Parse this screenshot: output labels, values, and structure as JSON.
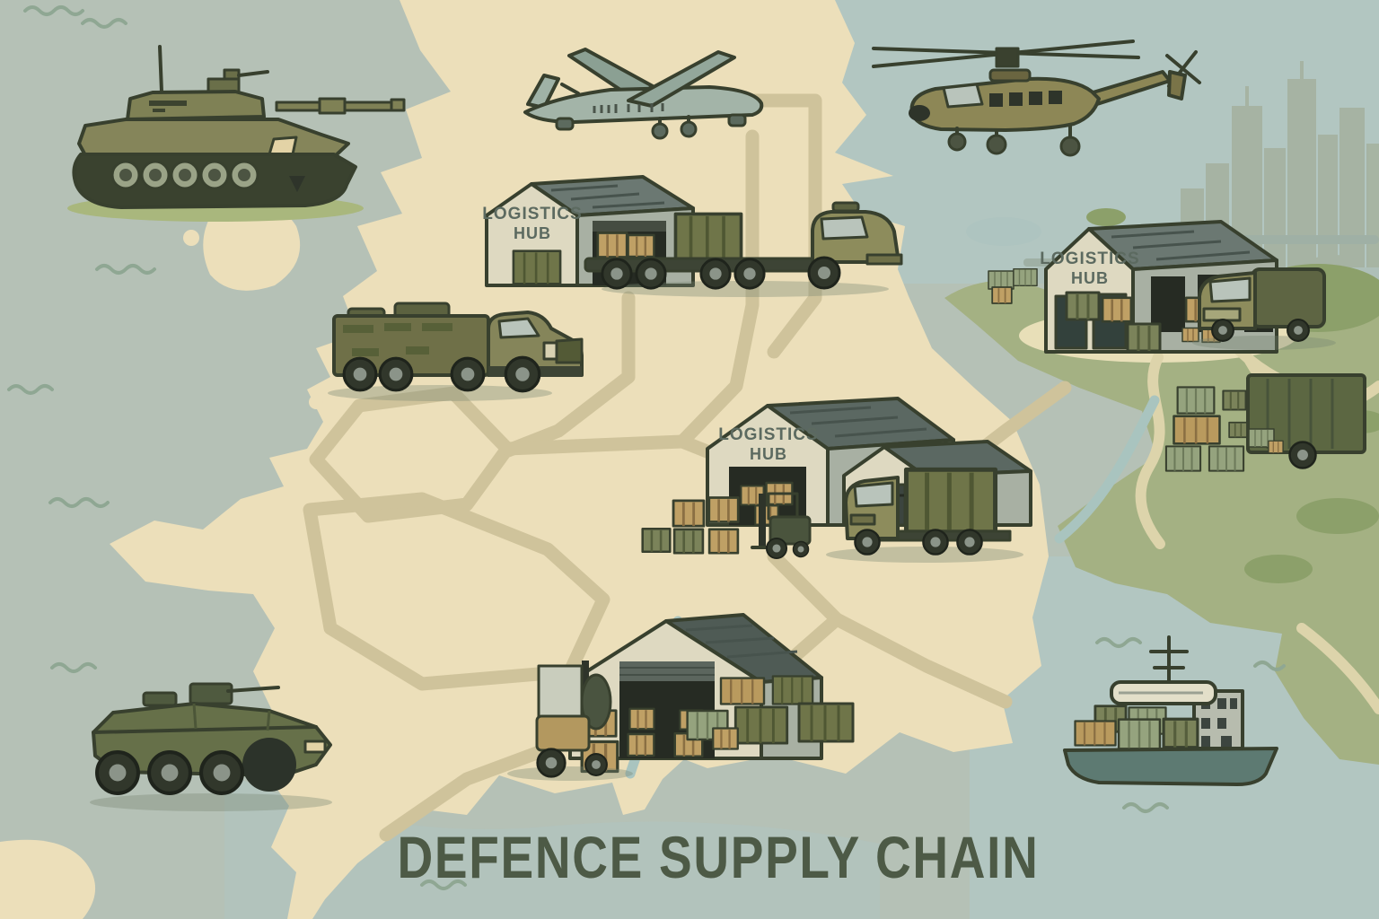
{
  "title": "DEFENCE SUPPLY CHAIN",
  "hubs": [
    {
      "name": "northwest-logistics-hub",
      "line1": "LOGISTICS",
      "line2": "HUB"
    },
    {
      "name": "east-logistics-hub",
      "line1": "LOGISTICS",
      "line2": "HUB"
    },
    {
      "name": "central-logistics-hub",
      "line1": "LOGISTICS",
      "line2": "HUB"
    }
  ],
  "illustrations": [
    "main-battle-tank-icon",
    "surveillance-drone-icon",
    "transport-helicopter-icon",
    "city-skyline-icon",
    "armoured-truck-icon",
    "apc-6x6-icon",
    "flatbed-container-truck-icon",
    "delivery-van-icon",
    "cargo-truck-icon",
    "forklift-icon",
    "warehouse-icon",
    "container-stack-icon",
    "container-cargo-ship-icon",
    "uk-map-landmass",
    "road-network",
    "rivers",
    "sea-waves"
  ],
  "palette": {
    "sea": "#b5c1b6",
    "sea_tint": "#b2c6c1",
    "land": "#ecdfba",
    "road": "#cfc39b",
    "green_land": "#a4b183",
    "foliage": "#8ca06a",
    "grass_patch": "#a9b77d",
    "building_face": "#ded9c1",
    "building_side": "#a8b0a3",
    "roof": "#5b6862",
    "door": "#262b23",
    "vehicle_olive": "#85855a",
    "vehicle_khaki": "#8d8c5c",
    "vehicle_dark_olive": "#5e6543",
    "container_olive": "#6f7549",
    "container_sage": "#95a37e",
    "crate_tan": "#bfa065",
    "ship_hull": "#5d7a72",
    "skyline": "#a5b2a0",
    "outline": "#38402e",
    "title_text": "#4d5a46",
    "hub_text": "#5c6a60",
    "wave": "#8fa793"
  }
}
